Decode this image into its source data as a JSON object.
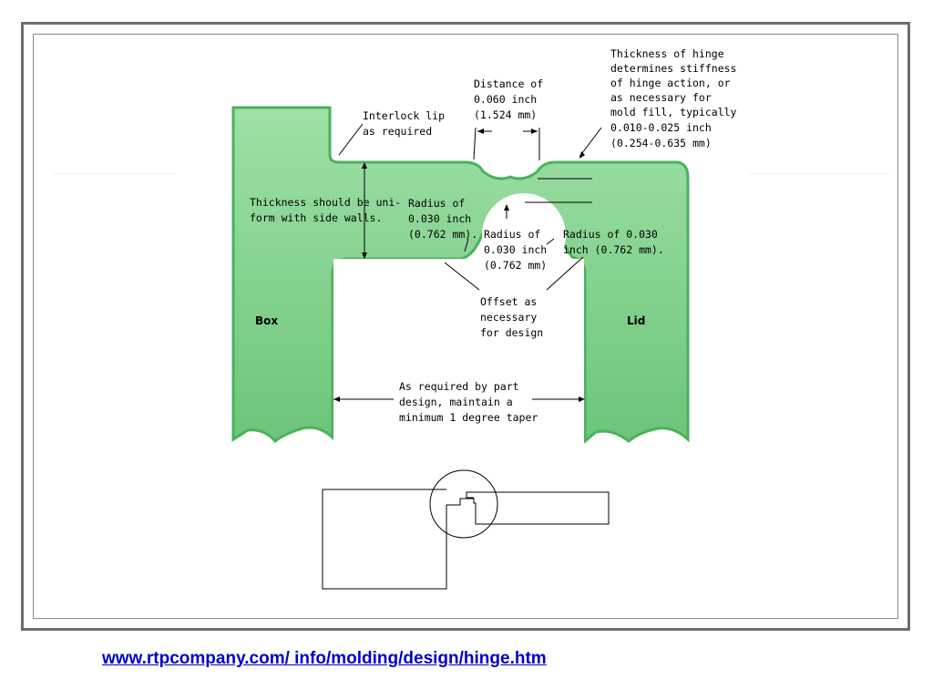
{
  "diagram": {
    "labels": {
      "interlock": [
        "Interlock lip",
        "as required"
      ],
      "distance": [
        "Distance of",
        "0.060 inch",
        "(1.524 mm)"
      ],
      "thickness_hinge": [
        "Thickness of hinge",
        "determines stiffness",
        "of hinge action, or",
        "as necessary for",
        "mold fill, typically",
        "0.010-0.025 inch",
        "(0.254-0.635 mm)"
      ],
      "uniform": [
        "Thickness should be uni-",
        "form with side walls."
      ],
      "radius_left": [
        "Radius of",
        "0.030 inch",
        "(0.762 mm)."
      ],
      "radius_center": [
        "Radius of",
        "0.030 inch",
        "(0.762 mm)"
      ],
      "radius_right": [
        "Radius of 0.030",
        "inch (0.762 mm)."
      ],
      "offset": [
        "Offset as",
        "necessary",
        "for design"
      ],
      "box": "Box",
      "lid": "Lid",
      "taper": [
        "As required by part",
        "design, maintain a",
        "minimum 1 degree taper"
      ]
    },
    "colors": {
      "fill": "#7fd08a",
      "edge_dark": "#3fa94f",
      "outline": "#000000"
    }
  },
  "source_link": "www.rtpcompany.com/ info/molding/design/hinge.htm"
}
